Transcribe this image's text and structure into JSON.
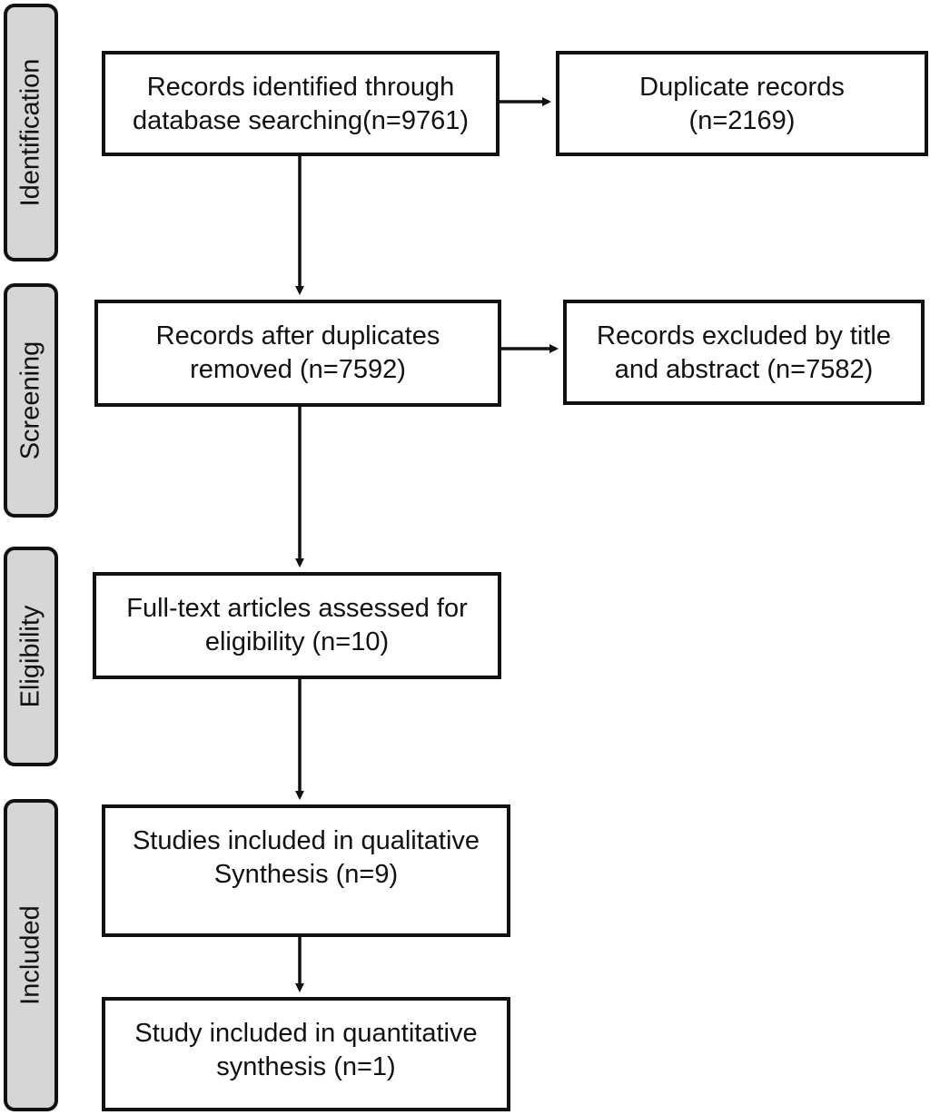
{
  "phases": {
    "identification": "Identification",
    "screening": "Screening",
    "eligibility": "Eligibility",
    "included": "Included"
  },
  "boxes": {
    "records_identified": [
      "Records identified through",
      "database searching(n=9761)"
    ],
    "duplicate_records": [
      "Duplicate records",
      "(n=2169)"
    ],
    "after_duplicates": [
      "Records after duplicates",
      "removed (n=7592)"
    ],
    "excluded_title_abstract": [
      "Records excluded by title",
      "and abstract (n=7582)"
    ],
    "full_text": [
      "Full-text articles assessed for",
      "eligibility (n=10)"
    ],
    "qualitative": [
      "Studies included in qualitative",
      "Synthesis (n=9)"
    ],
    "quantitative": [
      "Study included in quantitative",
      "synthesis (n=1)"
    ]
  },
  "colors": {
    "line": "#111111",
    "phase_fill": "#d6d6d6",
    "box_fill": "#ffffff"
  }
}
